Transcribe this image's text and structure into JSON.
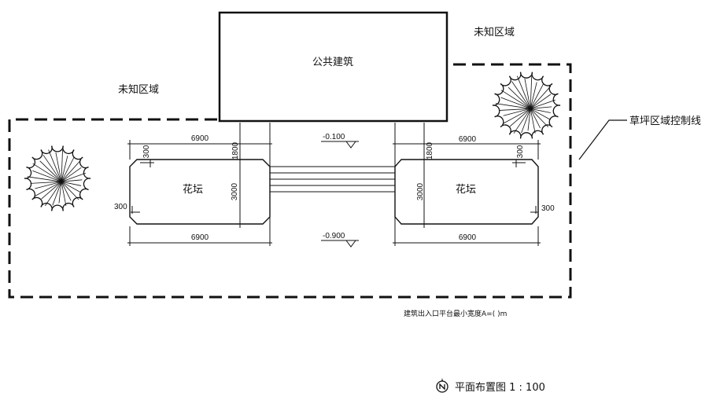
{
  "labels": {
    "building": "公共建筑",
    "unknown_top": "未知区域",
    "unknown_left": "未知区域",
    "grass_line": "草坪区域控制线",
    "flower_left": "花坛",
    "flower_right": "花坛",
    "note": "建筑出入口平台最小宽度A=(    )m",
    "plan_title": "平面布置图 1 : 100"
  },
  "dims": {
    "top_left": "6900",
    "top_right": "6900",
    "bottom_left": "6900",
    "bottom_right": "6900",
    "height_left": "3000",
    "height_right": "3000",
    "gap_left": "1800",
    "gap_right": "1800",
    "corner_tl": "300",
    "corner_tr": "300",
    "corner_bl": "300",
    "corner_br": "300"
  },
  "levels": {
    "upper": "-0.100",
    "lower": "-0.900"
  },
  "icons": {
    "tree_left": "tree-symbol-icon",
    "tree_right": "tree-symbol-icon",
    "north": "north-arrow-icon"
  }
}
